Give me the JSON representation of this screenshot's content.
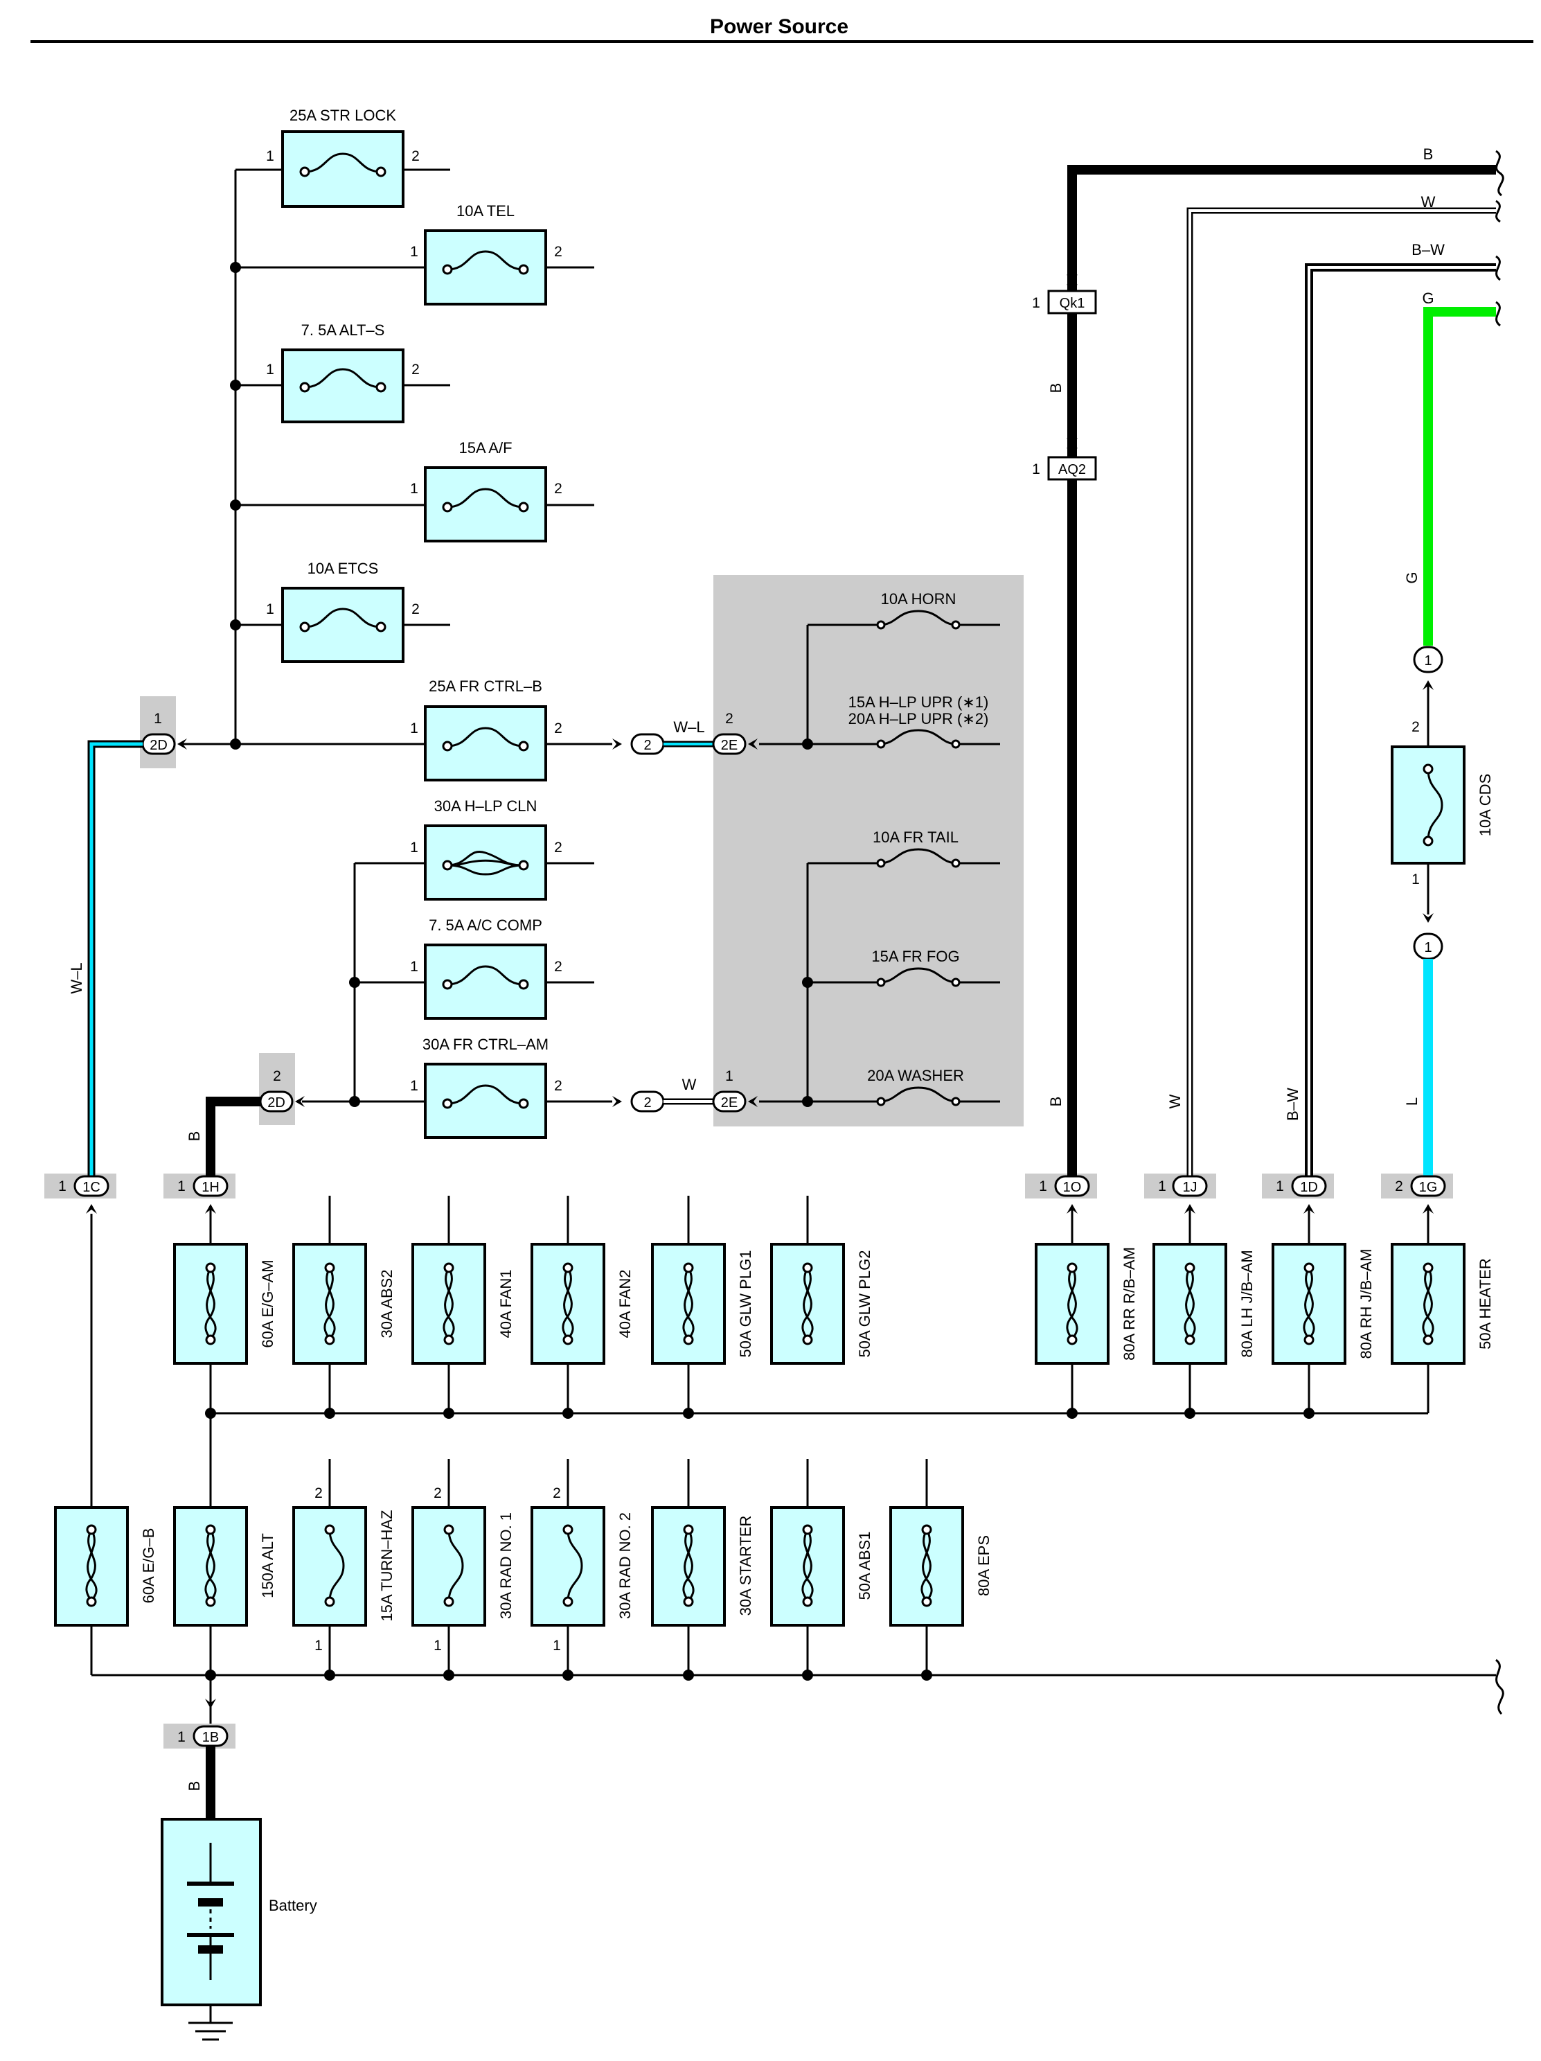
{
  "title": "Power Source",
  "fuses": {
    "str_lock": "25A STR LOCK",
    "tel": "10A TEL",
    "alt_s": "7. 5A ALT–S",
    "af": "15A A/F",
    "etcs": "10A ETCS",
    "fr_ctrl_b": "25A FR CTRL–B",
    "h_lp_cln": "30A H–LP CLN",
    "ac_comp": "7. 5A A/C COMP",
    "fr_ctrl_am": "30A FR CTRL–AM",
    "horn": "10A HORN",
    "h_lp_upr_1": "15A H–LP UPR (∗1)",
    "h_lp_upr_2": "20A H–LP UPR (∗2)",
    "fr_tail": "10A FR TAIL",
    "fr_fog": "15A FR FOG",
    "washer": "20A WASHER",
    "cds": "10A CDS",
    "eg_am": "60A E/G–AM",
    "abs2": "30A ABS2",
    "fan1": "40A FAN1",
    "fan2": "40A FAN2",
    "glw_plg1": "50A GLW PLG1",
    "glw_plg2": "50A GLW PLG2",
    "rr_rb_am": "80A RR R/B–AM",
    "lh_jb_am": "80A LH J/B–AM",
    "rh_jb_am": "80A RH J/B–AM",
    "heater": "50A HEATER",
    "eg_b": "60A E/G–B",
    "alt": "150A ALT",
    "turn_haz": "15A TURN–HAZ",
    "rad_no1": "30A RAD NO. 1",
    "rad_no2": "30A RAD NO. 2",
    "starter": "30A STARTER",
    "abs1": "50A ABS1",
    "eps": "80A EPS"
  },
  "battery_label": "Battery",
  "connectors": {
    "c2D": "2D",
    "c2E": "2E",
    "c2": "2",
    "c1": "1",
    "c1C": "1C",
    "c1H": "1H",
    "c1O": "1O",
    "c1J": "1J",
    "c1D": "1D",
    "c1G": "1G",
    "c1B": "1B",
    "cQk1": "Qk1",
    "cAQ2": "AQ2"
  },
  "wire_colors": {
    "B": "B",
    "W": "W",
    "BW": "B–W",
    "G": "G",
    "WL": "W–L",
    "L": "L"
  },
  "pins": {
    "p1": "1",
    "p2": "2"
  },
  "colors": {
    "fuse_fill": "#ccffff",
    "wire_green": "#00ee00",
    "wire_cyan": "#00e5ff",
    "relay_block_shade": "#cccccc"
  }
}
